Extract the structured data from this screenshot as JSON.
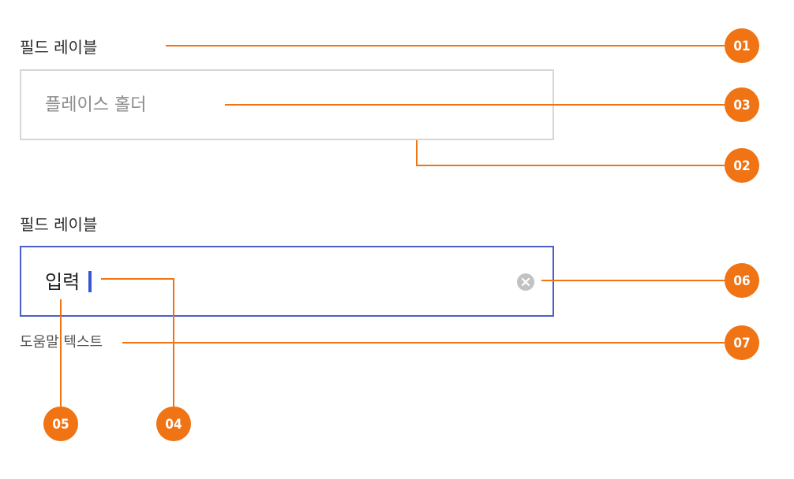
{
  "sections": [
    {
      "label": "필드 레이블",
      "placeholder": "플레이스 홀더"
    },
    {
      "label": "필드 레이블",
      "value": "입력",
      "helper": "도움말 텍스트"
    }
  ],
  "annotations": {
    "badges": [
      "01",
      "02",
      "03",
      "04",
      "05",
      "06",
      "07"
    ]
  },
  "colors": {
    "callout": "#f07314",
    "active_border": "#4a5fc9",
    "cursor": "#3a55d1",
    "default_border": "#d6d6d6",
    "clear_icon": "#c2c2c2"
  },
  "icons": {
    "clear": "close-circle-icon"
  }
}
